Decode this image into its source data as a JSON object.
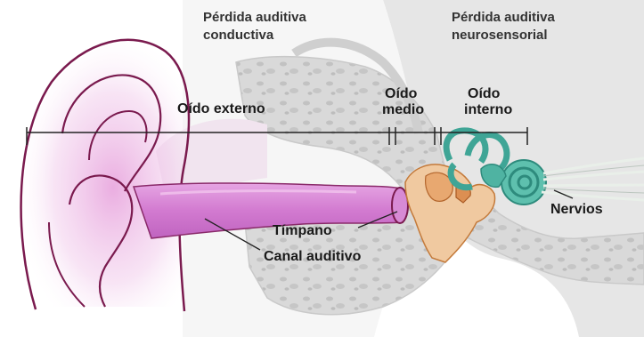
{
  "headings": {
    "conductive": [
      "Pérdida auditiva",
      "conductiva"
    ],
    "sensorineural": [
      "Pérdida auditiva",
      "neurosensorial"
    ]
  },
  "regions": {
    "outer_ear": "Oído externo",
    "middle_ear": [
      "Oído",
      "medio"
    ],
    "inner_ear": [
      "Oído",
      "interno"
    ]
  },
  "labels": {
    "eardrum": "Tímpano",
    "ear_canal": "Canal auditivo",
    "nerves": "Nervios"
  },
  "colors": {
    "ear_outline": "#7a1a4e",
    "ear_glow": "#e8a6dc",
    "canal": "#d57ed4",
    "bone": "#dcdcdc",
    "middle_ear_bones": "#f0c9a0",
    "inner_ear": "#3fa596",
    "conductive_bg": "#f7f7f7",
    "sensorineural_bg": "#e4e4e4"
  }
}
